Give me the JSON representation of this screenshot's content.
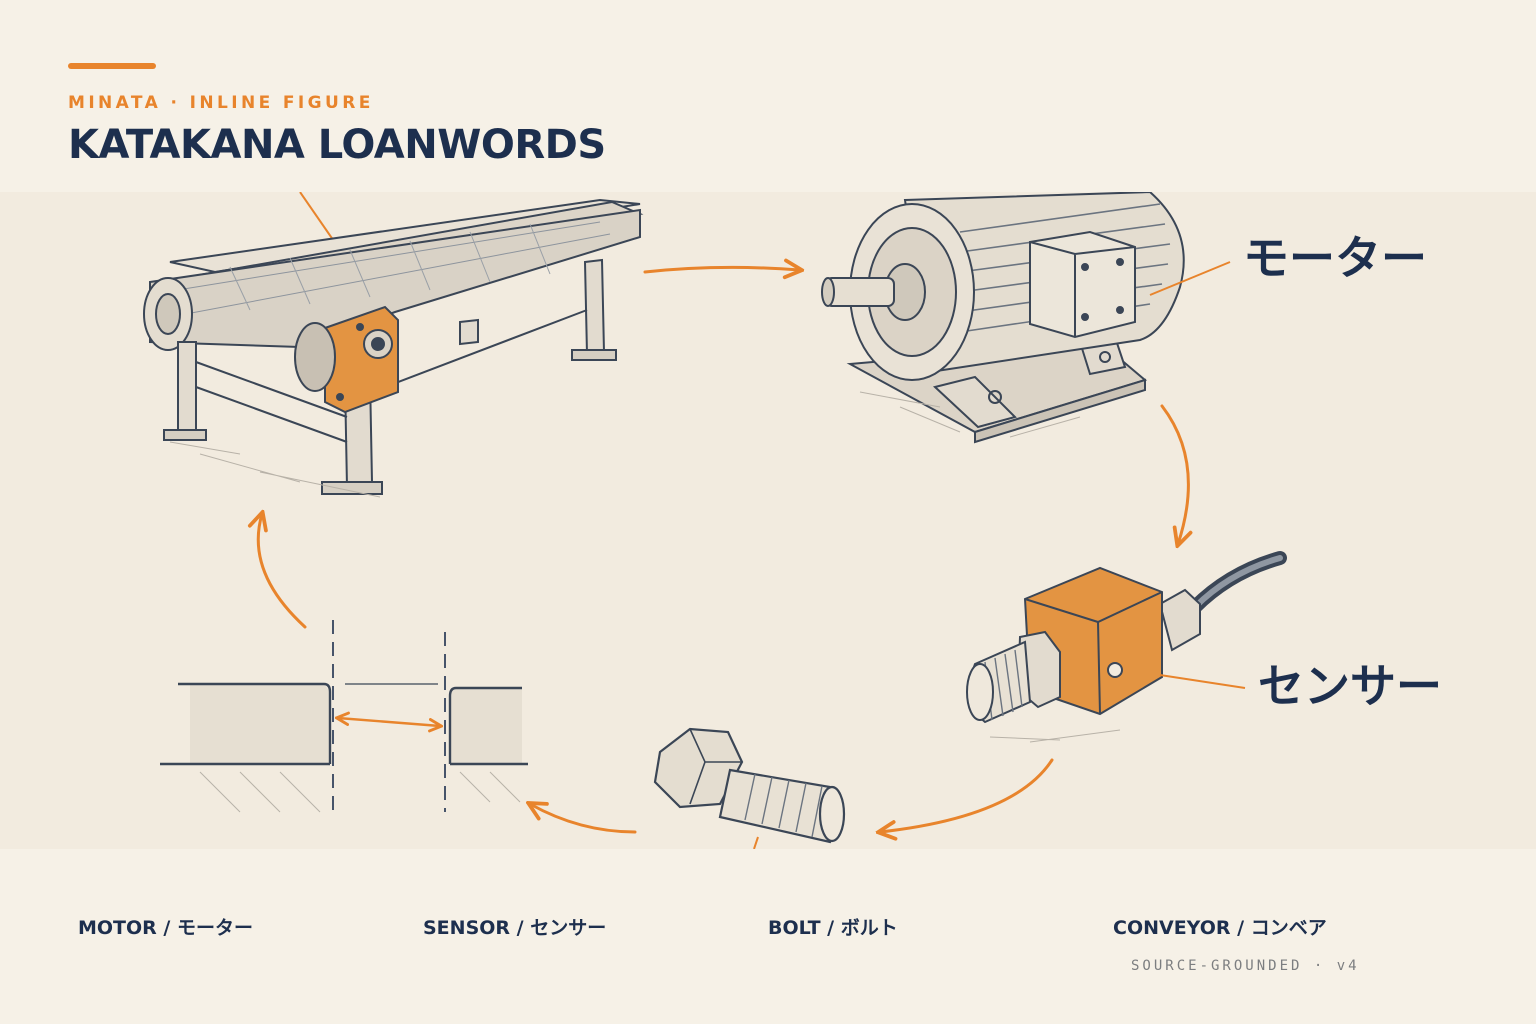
{
  "header": {
    "kicker": "MINATA · INLINE FIGURE",
    "title": "KATAKANA LOANWORDS"
  },
  "figure": {
    "labels": {
      "motor": "モーター",
      "sensor": "センサー"
    }
  },
  "legend": {
    "items": [
      "MOTOR / モーター",
      "SENSOR / センサー",
      "BOLT / ボルト",
      "CONVEYOR / コンベア"
    ]
  },
  "footer": {
    "text": "SOURCE-GROUNDED · v4"
  },
  "colors": {
    "accent": "#e8842c",
    "ink": "#1d2f4e",
    "paper": "#f6f1e7"
  }
}
